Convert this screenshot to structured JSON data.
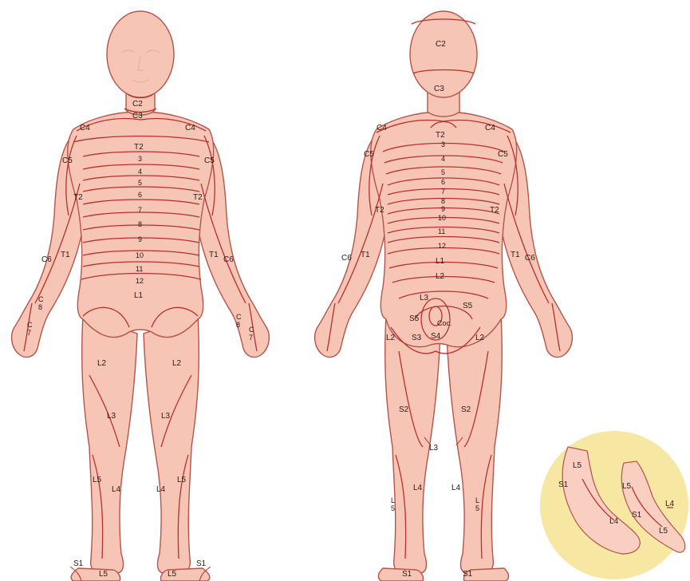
{
  "front": {
    "C2": "C2",
    "C3": "C3",
    "C4_l": "C4",
    "C4_r": "C4",
    "C5_l": "C5",
    "C5_r": "C5",
    "T2": "T2",
    "T3": "3",
    "T4": "4",
    "T5": "5",
    "T6": "6",
    "T7": "7",
    "T8": "8",
    "T9": "9",
    "T10": "10",
    "T11": "11",
    "T12": "12",
    "L1": "L1",
    "T2_l": "T2",
    "T2_r": "T2",
    "T1_l": "T1",
    "T1_r": "T1",
    "C6_l": "C6",
    "C6_r": "C6",
    "C8_l": "C\n8",
    "C7_l": "C\n7",
    "C8_r": "C\n8",
    "C7_r": "C\n7",
    "L2_l": "L2",
    "L2_r": "L2",
    "L3_l": "L3",
    "L3_r": "L3",
    "L5_l": "L5",
    "L4_l": "L4",
    "L4_r": "L4",
    "L5_r": "L5",
    "S1_l": "S1",
    "L5_foot_l": "L5",
    "L5_foot_r": "L5",
    "S1_r": "S1"
  },
  "back": {
    "C2": "C2",
    "C3": "C3",
    "C4_l": "C4",
    "C4_r": "C4",
    "C5_l": "C5",
    "C5_r": "C5",
    "T2": "T2",
    "T3": "3",
    "T4": "4",
    "T5": "5",
    "T6": "6",
    "T7": "7",
    "T8": "8",
    "T9": "9",
    "T10": "10",
    "T11": "11",
    "T12": "12",
    "L1": "L1",
    "L2": "L2",
    "T2_l": "T2",
    "T2_r": "T2",
    "T1_l": "T1",
    "T1_r": "T1",
    "C6_l": "C6",
    "C6_r": "C6",
    "L3": "L3",
    "S5_r": "S5",
    "S5_c": "S5",
    "Coc": "Coc.",
    "L2_l": "L2",
    "S3": "S3",
    "S4": "S4",
    "L2_r": "L2",
    "S2_l": "S2",
    "S2_r": "S2",
    "L3_bottom": "L3",
    "L4_l": "L4",
    "L4_r": "L4",
    "L5_l": "L\n5",
    "L5_r": "L\n5",
    "S1_l": "S1",
    "S1_r": "S1"
  },
  "inset": {
    "L5_a": "L5",
    "S1_a": "S1",
    "L5_b": "L5",
    "S1_b": "S1",
    "L4_a": "L4",
    "L4_b": "L4",
    "L5_c": "L5"
  }
}
